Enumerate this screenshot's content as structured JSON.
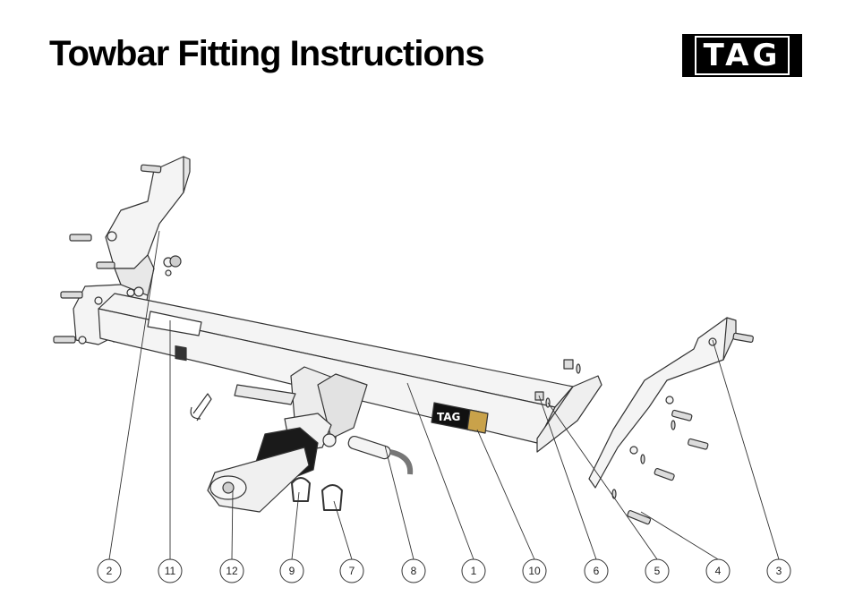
{
  "header": {
    "title": "Towbar Fitting Instructions",
    "logo_text": "TAG"
  },
  "diagram": {
    "plate_text": "TAG",
    "callouts": [
      {
        "label": "2"
      },
      {
        "label": "11"
      },
      {
        "label": "12"
      },
      {
        "label": "9"
      },
      {
        "label": "7"
      },
      {
        "label": "8"
      },
      {
        "label": "1"
      },
      {
        "label": "10"
      },
      {
        "label": "6"
      },
      {
        "label": "5"
      },
      {
        "label": "4"
      },
      {
        "label": "3"
      }
    ]
  }
}
